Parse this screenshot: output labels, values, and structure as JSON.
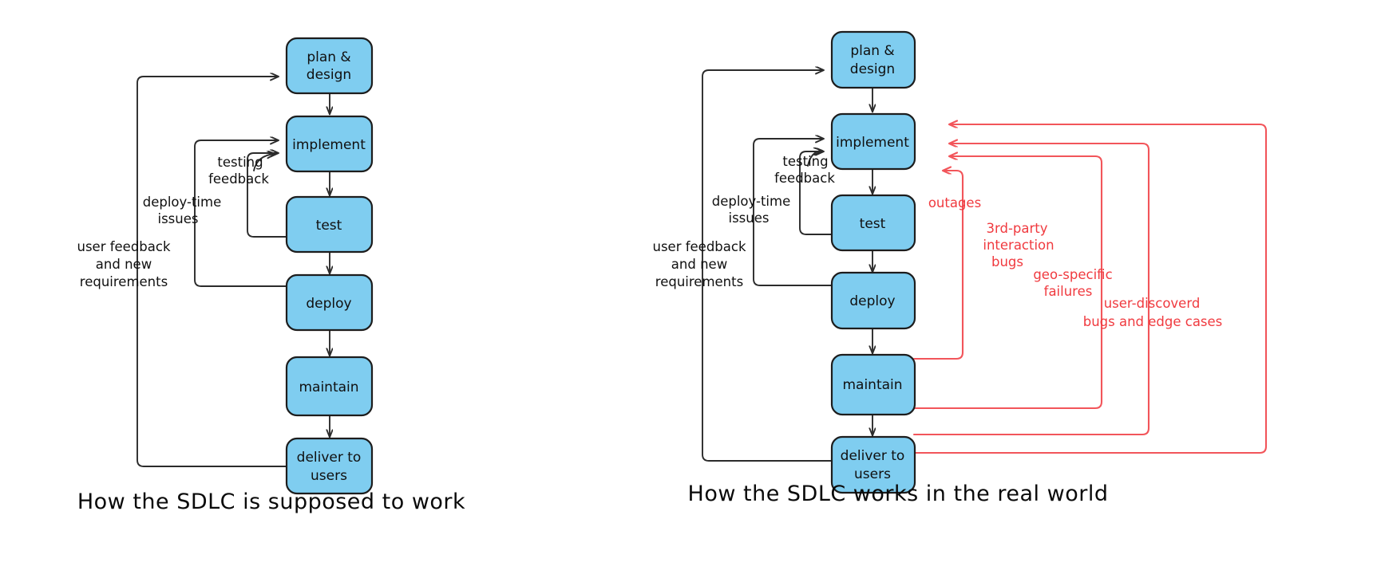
{
  "diagram": {
    "type": "flowchart-comparison",
    "background": "#ffffff",
    "node_fill": "#7fcdf0",
    "node_stroke": "#1d1d1d",
    "edge_color": "#2b2b2b",
    "problem_edge_color": "#f2555a",
    "problem_label_color": "#f03a3f"
  },
  "left": {
    "caption": "How the SDLC is supposed to work",
    "nodes": [
      {
        "id": "plan",
        "label_lines": [
          "plan &",
          "design"
        ]
      },
      {
        "id": "implement",
        "label_lines": [
          "implement"
        ]
      },
      {
        "id": "test",
        "label_lines": [
          "test"
        ]
      },
      {
        "id": "deploy",
        "label_lines": [
          "deploy"
        ]
      },
      {
        "id": "maintain",
        "label_lines": [
          "maintain"
        ]
      },
      {
        "id": "deliver",
        "label_lines": [
          "deliver to",
          "users"
        ]
      }
    ],
    "flow_edges": [
      {
        "from": "plan",
        "to": "implement"
      },
      {
        "from": "implement",
        "to": "test"
      },
      {
        "from": "test",
        "to": "deploy"
      },
      {
        "from": "deploy",
        "to": "maintain"
      },
      {
        "from": "maintain",
        "to": "deliver"
      }
    ],
    "feedback_edges": [
      {
        "id": "testing-feedback",
        "from": "test",
        "to": "implement",
        "label_lines": [
          "testing",
          "feedback"
        ]
      },
      {
        "id": "deploy-time-issues",
        "from": "deploy",
        "to": "implement",
        "label_lines": [
          "deploy-time",
          "issues"
        ]
      },
      {
        "id": "user-feedback",
        "from": "deliver",
        "to": "plan",
        "label_lines": [
          "user feedback",
          "and new",
          "requirements"
        ]
      }
    ]
  },
  "right": {
    "caption": "How the SDLC works in the real world",
    "nodes": [
      {
        "id": "plan",
        "label_lines": [
          "plan &",
          "design"
        ]
      },
      {
        "id": "implement",
        "label_lines": [
          "implement"
        ]
      },
      {
        "id": "test",
        "label_lines": [
          "test"
        ]
      },
      {
        "id": "deploy",
        "label_lines": [
          "deploy"
        ]
      },
      {
        "id": "maintain",
        "label_lines": [
          "maintain"
        ]
      },
      {
        "id": "deliver",
        "label_lines": [
          "deliver to",
          "users"
        ]
      }
    ],
    "flow_edges": [
      {
        "from": "plan",
        "to": "implement"
      },
      {
        "from": "implement",
        "to": "test"
      },
      {
        "from": "test",
        "to": "deploy"
      },
      {
        "from": "deploy",
        "to": "maintain"
      },
      {
        "from": "maintain",
        "to": "deliver"
      }
    ],
    "feedback_edges": [
      {
        "id": "testing-feedback",
        "from": "test",
        "to": "implement",
        "label_lines": [
          "testing",
          "feedback"
        ]
      },
      {
        "id": "deploy-time-issues",
        "from": "deploy",
        "to": "implement",
        "label_lines": [
          "deploy-time",
          "issues"
        ]
      },
      {
        "id": "user-feedback",
        "from": "deliver",
        "to": "plan",
        "label_lines": [
          "user feedback",
          "and new",
          "requirements"
        ]
      }
    ],
    "problem_edges": [
      {
        "id": "outages",
        "from": "deploy",
        "to": "implement",
        "label_lines": [
          "outages"
        ]
      },
      {
        "id": "third-party-interaction-bugs",
        "from": "maintain",
        "to": "implement",
        "label_lines": [
          "3rd-party",
          "interaction",
          "bugs"
        ]
      },
      {
        "id": "geo-specific-failures",
        "from": "deliver",
        "to": "implement",
        "label_lines": [
          "geo-specific",
          "failures"
        ]
      },
      {
        "id": "user-discovered-bugs",
        "from": "deliver",
        "to": "implement",
        "label_lines": [
          "user-discoverd",
          "bugs and edge cases"
        ]
      }
    ]
  }
}
